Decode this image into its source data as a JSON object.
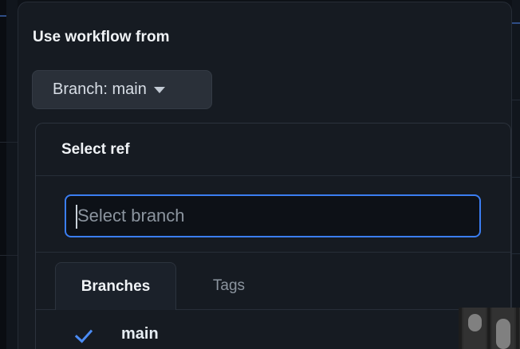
{
  "window": {
    "background_color": "#0d1117",
    "panel_color": "#161b22",
    "accent_color": "#3b7ef2"
  },
  "popover": {
    "title": "Use workflow from",
    "branch_button": {
      "label": "Branch: main",
      "caret_icon": "chevron-down-icon"
    }
  },
  "ref_dropdown": {
    "header_title": "Select ref",
    "search": {
      "value": "",
      "placeholder": "Select branch",
      "focused": true
    },
    "tabs": [
      {
        "label": "Branches",
        "selected": true
      },
      {
        "label": "Tags",
        "selected": false
      }
    ],
    "items": [
      {
        "label": "main",
        "selected": true,
        "check_icon": "check-icon"
      }
    ]
  },
  "scrollbars": {
    "vertical_thumb_1": "scrollbar-thumb",
    "vertical_thumb_2": "scrollbar-thumb"
  }
}
